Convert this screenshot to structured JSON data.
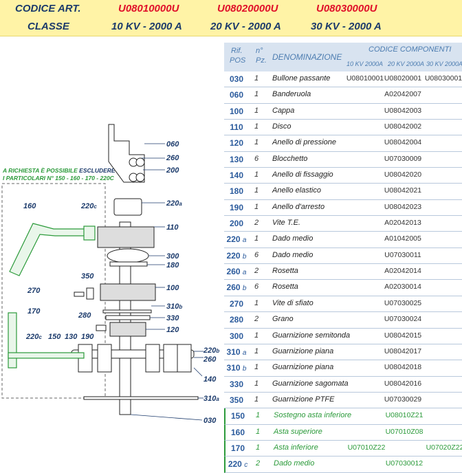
{
  "header": {
    "codice_label": "CODICE ART.",
    "codes": [
      "U08010000U",
      "U08020000U",
      "U08030000U"
    ],
    "classe_label": "CLASSE",
    "classes": [
      "10 KV - 2000 A",
      "20 KV - 2000 A",
      "30 KV - 2000 A"
    ]
  },
  "table": {
    "headers": {
      "rif": "Rif.",
      "pos": "POS",
      "npz_n": "n°",
      "npz_pz": "Pz.",
      "denominazione": "DENOMINAZIONE",
      "codice_componenti": "CODICE COMPONENTI",
      "col1": "10 KV 2000A",
      "col2": "20 KV 2000A",
      "col3": "30 KV 2000A"
    },
    "rows": [
      {
        "pos": "030",
        "sfx": "",
        "qty": "1",
        "den": "Bullone passante",
        "c1": "U08010001",
        "c2": "U08020001",
        "c3": "U08030001",
        "green": false
      },
      {
        "pos": "060",
        "sfx": "",
        "qty": "1",
        "den": "Banderuola",
        "c1": "",
        "c2": "A02042007",
        "c3": "",
        "green": false
      },
      {
        "pos": "100",
        "sfx": "",
        "qty": "1",
        "den": "Cappa",
        "c1": "",
        "c2": "U08042003",
        "c3": "",
        "green": false
      },
      {
        "pos": "110",
        "sfx": "",
        "qty": "1",
        "den": "Disco",
        "c1": "",
        "c2": "U08042002",
        "c3": "",
        "green": false
      },
      {
        "pos": "120",
        "sfx": "",
        "qty": "1",
        "den": "Anello di pressione",
        "c1": "",
        "c2": "U08042004",
        "c3": "",
        "green": false
      },
      {
        "pos": "130",
        "sfx": "",
        "qty": "6",
        "den": "Blocchetto",
        "c1": "",
        "c2": "U07030009",
        "c3": "",
        "green": false
      },
      {
        "pos": "140",
        "sfx": "",
        "qty": "1",
        "den": "Anello di fissaggio",
        "c1": "",
        "c2": "U08042020",
        "c3": "",
        "green": false
      },
      {
        "pos": "180",
        "sfx": "",
        "qty": "1",
        "den": "Anello elastico",
        "c1": "",
        "c2": "U08042021",
        "c3": "",
        "green": false
      },
      {
        "pos": "190",
        "sfx": "",
        "qty": "1",
        "den": "Anello d'arresto",
        "c1": "",
        "c2": "U08042023",
        "c3": "",
        "green": false
      },
      {
        "pos": "200",
        "sfx": "",
        "qty": "2",
        "den": "Vite T.E.",
        "c1": "",
        "c2": "A02042013",
        "c3": "",
        "green": false
      },
      {
        "pos": "220",
        "sfx": "a",
        "qty": "1",
        "den": "Dado medio",
        "c1": "",
        "c2": "A01042005",
        "c3": "",
        "green": false
      },
      {
        "pos": "220",
        "sfx": "b",
        "qty": "6",
        "den": "Dado medio",
        "c1": "",
        "c2": "U07030011",
        "c3": "",
        "green": false
      },
      {
        "pos": "260",
        "sfx": "a",
        "qty": "2",
        "den": "Rosetta",
        "c1": "",
        "c2": "A02042014",
        "c3": "",
        "green": false
      },
      {
        "pos": "260",
        "sfx": "b",
        "qty": "6",
        "den": "Rosetta",
        "c1": "",
        "c2": "A02030014",
        "c3": "",
        "green": false
      },
      {
        "pos": "270",
        "sfx": "",
        "qty": "1",
        "den": "Vite di sfiato",
        "c1": "",
        "c2": "U07030025",
        "c3": "",
        "green": false
      },
      {
        "pos": "280",
        "sfx": "",
        "qty": "2",
        "den": "Grano",
        "c1": "",
        "c2": "U07030024",
        "c3": "",
        "green": false
      },
      {
        "pos": "300",
        "sfx": "",
        "qty": "1",
        "den": "Guarnizione semitonda",
        "c1": "",
        "c2": "U08042015",
        "c3": "",
        "green": false
      },
      {
        "pos": "310",
        "sfx": "a",
        "qty": "1",
        "den": "Guarnizione  piana",
        "c1": "",
        "c2": "U08042017",
        "c3": "",
        "green": false
      },
      {
        "pos": "310",
        "sfx": "b",
        "qty": "1",
        "den": "Guarnizione piana",
        "c1": "",
        "c2": "U08042018",
        "c3": "",
        "green": false
      },
      {
        "pos": "330",
        "sfx": "",
        "qty": "1",
        "den": "Guarnizione sagomata",
        "c1": "",
        "c2": "U08042016",
        "c3": "",
        "green": false
      },
      {
        "pos": "350",
        "sfx": "",
        "qty": "1",
        "den": "Guarnizione PTFE",
        "c1": "",
        "c2": "U07030029",
        "c3": "",
        "green": false
      },
      {
        "pos": "150",
        "sfx": "",
        "qty": "1",
        "den": "Sostegno asta inferiore",
        "c1": "",
        "c2": "U08010Z21",
        "c3": "",
        "green": true
      },
      {
        "pos": "160",
        "sfx": "",
        "qty": "1",
        "den": "Asta superiore",
        "c1": "",
        "c2": "U07010Z08",
        "c3": "",
        "green": true
      },
      {
        "pos": "170",
        "sfx": "",
        "qty": "1",
        "den": "Asta inferiore",
        "c1": "U07010Z22",
        "c2": "",
        "c3": "U07020Z22",
        "green": true
      },
      {
        "pos": "220",
        "sfx": "c",
        "qty": "2",
        "den": "Dado medio",
        "c1": "",
        "c2": "U07030012",
        "c3": "",
        "green": true
      }
    ]
  },
  "note": {
    "line1a": "A RICHIESTA È POSSIBILE ",
    "line1b": "ESCLUDERE",
    "line2": "I PARTICOLARI N° 150 - 160 - 170 - 220C"
  },
  "drawing_labels": {
    "l060": "060",
    "l260": "260",
    "l200": "200",
    "l220a": "220",
    "l220a_s": "a",
    "l160": "160",
    "l220c": "220",
    "l220c_s": "c",
    "l110": "110",
    "l300": "300",
    "l180": "180",
    "l350": "350",
    "l270": "270",
    "l100": "100",
    "l310b": "310",
    "l310b_s": "b",
    "l330": "330",
    "l280": "280",
    "l120": "120",
    "l170": "170",
    "l220c2": "220",
    "l220c2_s": "c",
    "l150": "150",
    "l130": "130",
    "l190": "190",
    "l220b": "220",
    "l220b_s": "b",
    "l260b": "260",
    "l140": "140",
    "l310a": "310",
    "l310a_s": "a",
    "l030": "030"
  },
  "colors": {
    "header_bg": "#fff3a6",
    "code_red": "#e0102a",
    "navy": "#1b3a6b",
    "pos_blue": "#2a5a9c",
    "green": "#2b9a3a",
    "table_head": "#d8e3f0"
  }
}
